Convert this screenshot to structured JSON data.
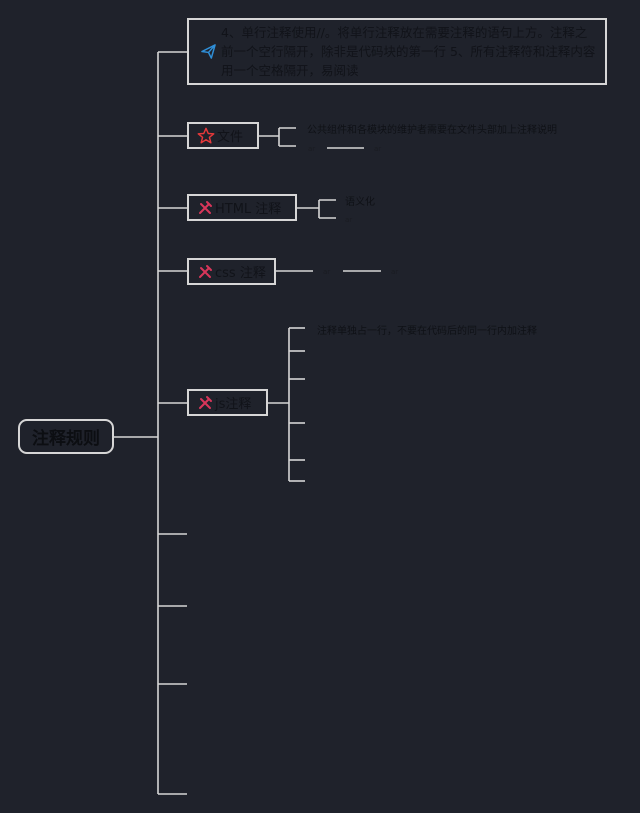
{
  "root": {
    "label": "注释规则"
  },
  "nodes": {
    "single_line": {
      "text": "4、单行注释使用//。将单行注释放在需要注释的语句上方。注释之前一个空行隔开，除非是代码块的第一行 5、所有注释符和注释内容用一个空格隔开，易阅读",
      "icon": "send-icon"
    },
    "file": {
      "label": "文件",
      "icon": "star-icon",
      "detail": "公共组件和各模块的维护者需要在文件头部加上注释说明",
      "small_left": "ar",
      "small_right": "ar"
    },
    "html": {
      "label": "HTML 注释",
      "icon": "tools-icon",
      "detail": "语义化",
      "small": "ar"
    },
    "css": {
      "label": "css 注释",
      "icon": "tools-icon",
      "small_left": "ar",
      "small_right": "ar"
    },
    "js": {
      "label": "js注释",
      "icon": "tools-icon",
      "detail": "注释单独占一行，不要在代码后的同一行内加注释"
    }
  },
  "colors": {
    "background": "#1f222b",
    "line": "#d6d6d6",
    "star": "#e8393a",
    "tools": "#d9365a",
    "send": "#2f8fd8"
  }
}
